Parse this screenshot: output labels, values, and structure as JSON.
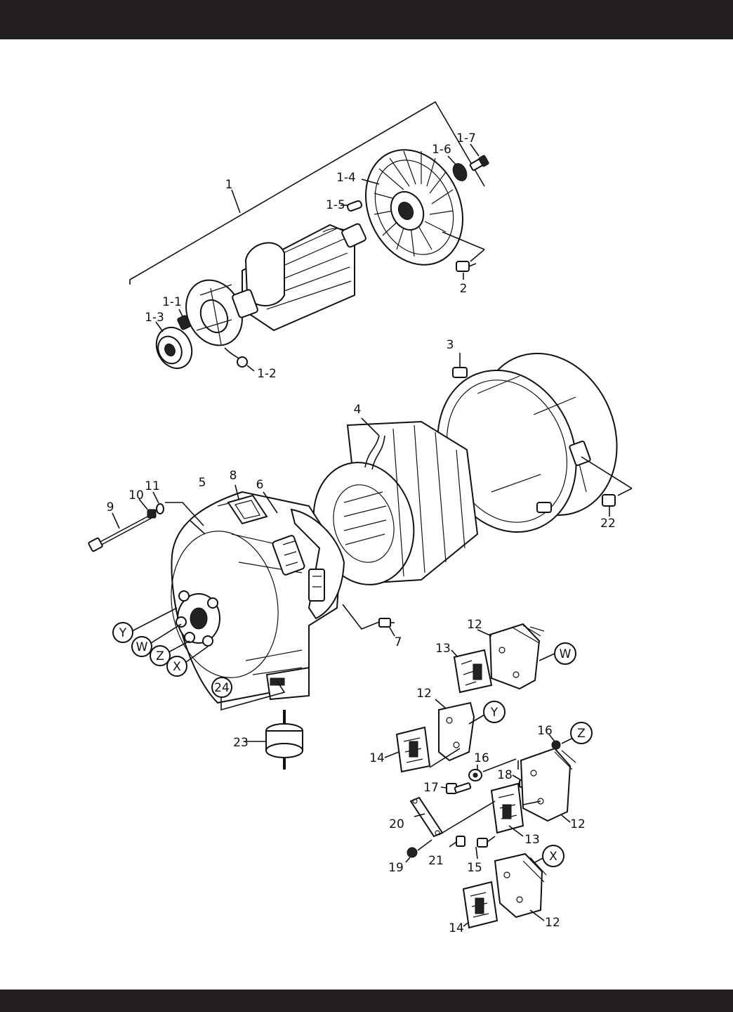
{
  "colors": {
    "bar": "#231f20",
    "ink": "#111111",
    "paper": "#ffffff"
  },
  "callouts": {
    "l1": "1",
    "l1_1": "1-1",
    "l1_2": "1-2",
    "l1_3": "1-3",
    "l1_4": "1-4",
    "l1_5": "1-5",
    "l1_6": "1-6",
    "l1_7": "1-7",
    "l2": "2",
    "l3": "3",
    "l4": "4",
    "l5": "5",
    "l6": "6",
    "l7": "7",
    "l8": "8",
    "l9": "9",
    "l10": "10",
    "l11": "11",
    "l12a": "12",
    "l12b": "12",
    "l12c": "12",
    "l12d": "12",
    "l13a": "13",
    "l13b": "13",
    "l14a": "14",
    "l14b": "14",
    "l15": "15",
    "l16a": "16",
    "l16b": "16",
    "l17": "17",
    "l18": "18",
    "l19": "19",
    "l20": "20",
    "l21": "21",
    "l22": "22",
    "l23": "23",
    "l24": "24"
  },
  "markers": {
    "y_left": "Y",
    "w_left": "W",
    "z_left": "Z",
    "x_left": "X",
    "w_right": "W",
    "y_right": "Y",
    "z_right": "Z",
    "x_right": "X"
  }
}
